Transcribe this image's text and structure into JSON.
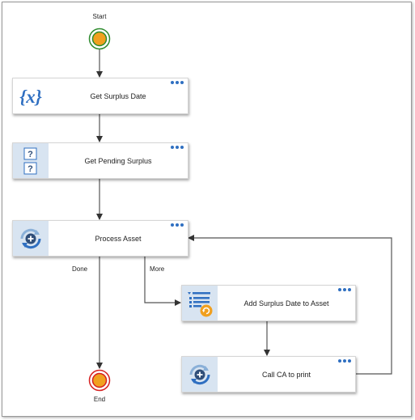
{
  "events": {
    "start": {
      "label": "Start"
    },
    "end": {
      "label": "End"
    }
  },
  "activities": [
    {
      "label": "Get Surplus Date",
      "icon": "variable-icon"
    },
    {
      "label": "Get Pending Surplus",
      "icon": "question-icon"
    },
    {
      "label": "Process Asset",
      "icon": "loop-icon"
    },
    {
      "label": "Add Surplus Date to Asset",
      "icon": "list-update-icon"
    },
    {
      "label": "Call CA to print",
      "icon": "loop-icon"
    }
  ],
  "edges": {
    "done": "Done",
    "more": "More"
  },
  "colors": {
    "start_ring": "#2e8b2e",
    "end_ring": "#d62020",
    "event_fill": "#f0a020",
    "icon_blue": "#2f6fc1",
    "icon_bg": "#d8e4f1",
    "connector": "#555555"
  }
}
